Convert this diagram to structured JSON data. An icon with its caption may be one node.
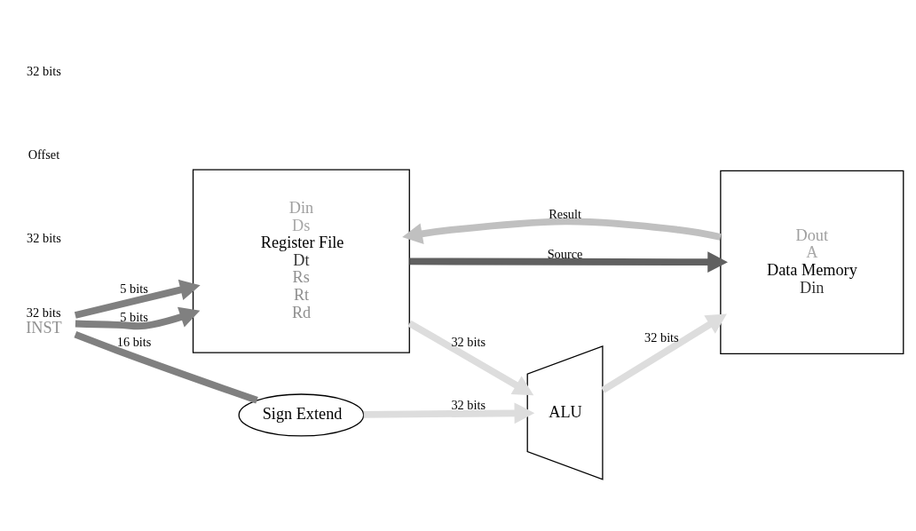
{
  "diagram": {
    "nodes": [
      {
        "text": [
          "Din",
          "Ds",
          "Register File",
          "Dt",
          "Rs",
          "Rt",
          "Rd"
        ]
      },
      {
        "text": [
          "ALU"
        ]
      },
      {
        "text": [
          "Dout",
          "A",
          "Data Memory",
          "Din"
        ]
      },
      {
        "text": [
          "Sign Extend"
        ]
      },
      {
        "text": [
          "INST"
        ],
        "beside": [
          "32 bits"
        ]
      }
    ],
    "edges": [
      {
        "from": 4,
        "to": 0,
        "arrow": "to",
        "label": "5 bits",
        "color": "#808080"
      },
      {
        "from": 4,
        "to": 0,
        "arrow": "to",
        "label": "5 bits",
        "color": "#808080"
      },
      {
        "from": 4,
        "to": 3,
        "arrow": "none",
        "label": "16 bits",
        "color": "#808080"
      },
      {
        "from": 0,
        "to": 1,
        "arrow": "to",
        "label": "32 bits",
        "color": "#dddddd"
      },
      {
        "from": 3,
        "to": 1,
        "arrow": "to",
        "label": "32 bits",
        "color": "#dddddd"
      },
      {
        "from": 1,
        "to": 2,
        "arrow": "to",
        "label": "32 bits",
        "color": "#dddddd"
      },
      {
        "from": 0,
        "to": 2,
        "arrow": "to",
        "label": "Source",
        "color": "#606060"
      },
      {
        "from": 2,
        "to": 0,
        "arrow": "to",
        "label": "Result",
        "color": "#c0c0c0"
      }
    ],
    "labels": [
      "32 bits",
      "Offset",
      "32 bits"
    ]
  }
}
